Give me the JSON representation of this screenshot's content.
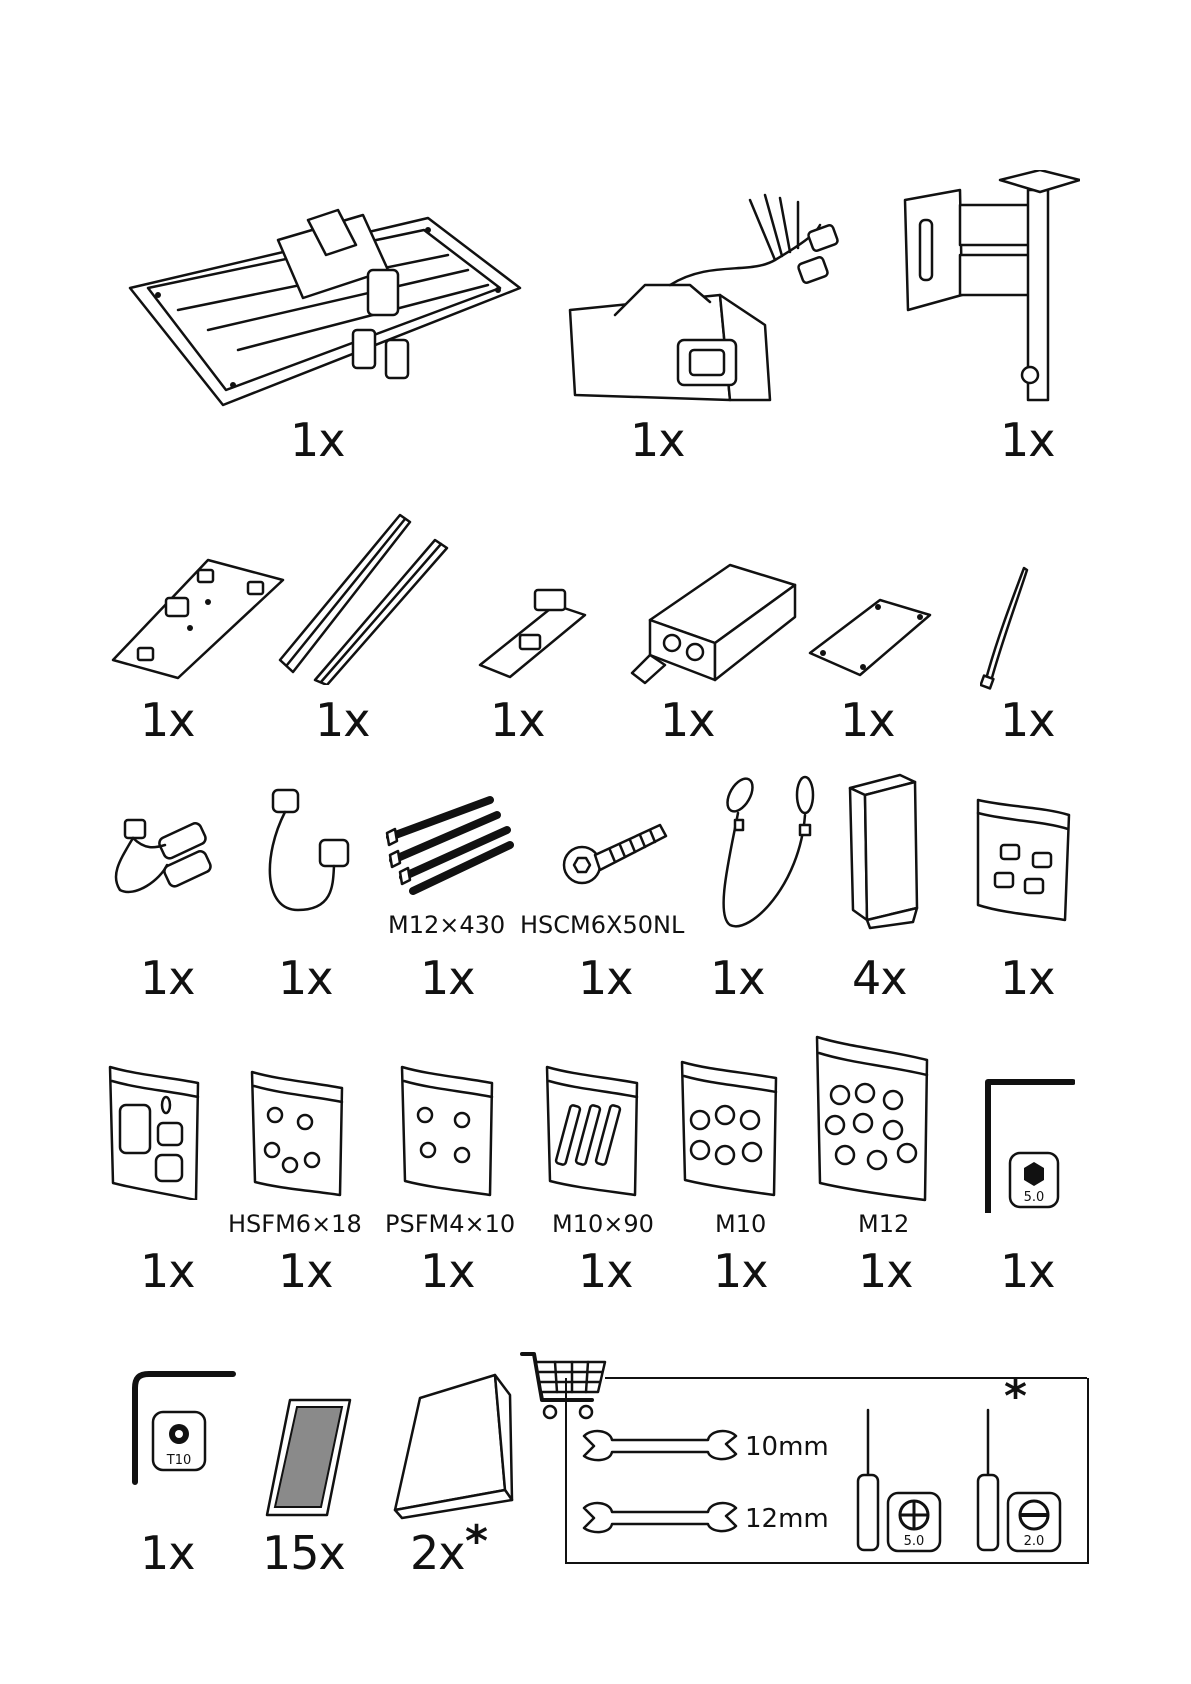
{
  "rows": {
    "r1": [
      {
        "qty": "1x"
      },
      {
        "qty": "1x"
      },
      {
        "qty": "1x"
      }
    ],
    "r2": [
      {
        "qty": "1x"
      },
      {
        "qty": "1x"
      },
      {
        "qty": "1x"
      },
      {
        "qty": "1x"
      },
      {
        "qty": "1x"
      },
      {
        "qty": "1x"
      }
    ],
    "r3": [
      {
        "qty": "1x",
        "label": ""
      },
      {
        "qty": "1x",
        "label": ""
      },
      {
        "qty": "1x",
        "label": "M12×430"
      },
      {
        "qty": "1x",
        "label": "HSCM6X50NL"
      },
      {
        "qty": "1x",
        "label": ""
      },
      {
        "qty": "4x",
        "label": ""
      },
      {
        "qty": "1x",
        "label": ""
      }
    ],
    "r4": [
      {
        "qty": "1x",
        "label": ""
      },
      {
        "qty": "1x",
        "label": "HSFM6×18"
      },
      {
        "qty": "1x",
        "label": "PSFM4×10"
      },
      {
        "qty": "1x",
        "label": "M10×90"
      },
      {
        "qty": "1x",
        "label": "M10"
      },
      {
        "qty": "1x",
        "label": "M12"
      },
      {
        "qty": "1x",
        "label": ""
      }
    ],
    "r5": [
      {
        "qty": "1x"
      },
      {
        "qty": "15x"
      },
      {
        "qty": "2x",
        "asterisk": "*"
      }
    ]
  },
  "allen_key_size": "5.0",
  "torx_size": "T10",
  "tools": {
    "wrench_10": "10mm",
    "wrench_12": "12mm",
    "screwdriver_phillips_size": "5.0",
    "screwdriver_flat_size": "2.0",
    "asterisk": "*"
  }
}
